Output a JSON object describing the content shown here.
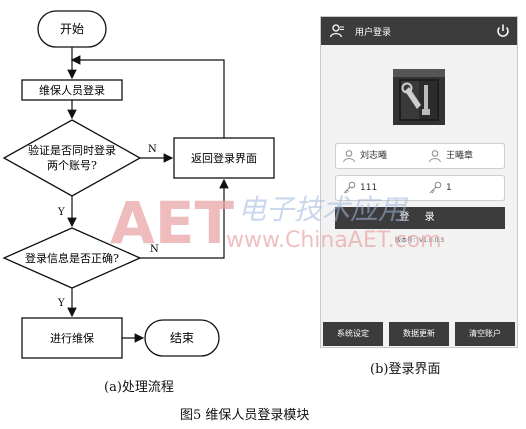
{
  "flowchart": {
    "start": "开始",
    "maintainer_login": "维保人员登录",
    "check_dual_login_line1": "验证是否同时登录",
    "check_dual_login_line2": "两个账号?",
    "return_login": "返回登录界面",
    "check_login_info": "登录信息是否正确?",
    "do_maintenance": "进行维保",
    "end": "结束",
    "yes_label": "Y",
    "no_label": "N"
  },
  "login_screen": {
    "header_title": "用户登录",
    "user_1": "刘志曦",
    "user_2": "王曦章",
    "password_1": "111",
    "password_2": "1",
    "login_button": "登 录",
    "version": "版本号：V1.0.0.3",
    "bottom_buttons": [
      "系统设定",
      "数据更新",
      "清空账户"
    ],
    "colors": {
      "bar": "#3c3c3c",
      "background": "#f2f2f2"
    }
  },
  "captions": {
    "left": "(a)处理流程",
    "right": "(b)登录界面",
    "figure": "图5  维保人员登录模块"
  },
  "watermark": {
    "logo_text": "AET",
    "chinese_text": "电子技术应用",
    "url": "www.ChinaAET.com",
    "color": "#e8a5a5"
  }
}
